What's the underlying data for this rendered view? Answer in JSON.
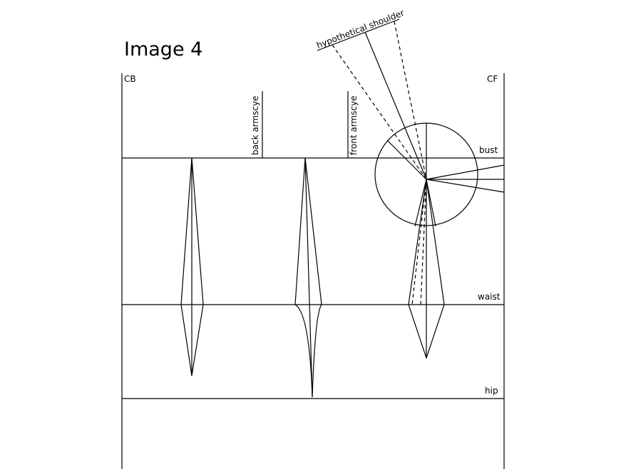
{
  "title": "Image 4",
  "labels": {
    "cb": "CB",
    "cf": "CF",
    "bust": "bust",
    "waist": "waist",
    "hip": "hip",
    "back_armscye": "back armscye",
    "front_armscye": "front armscye",
    "hypothetical_shoulder": "hypothetical shoulder"
  }
}
